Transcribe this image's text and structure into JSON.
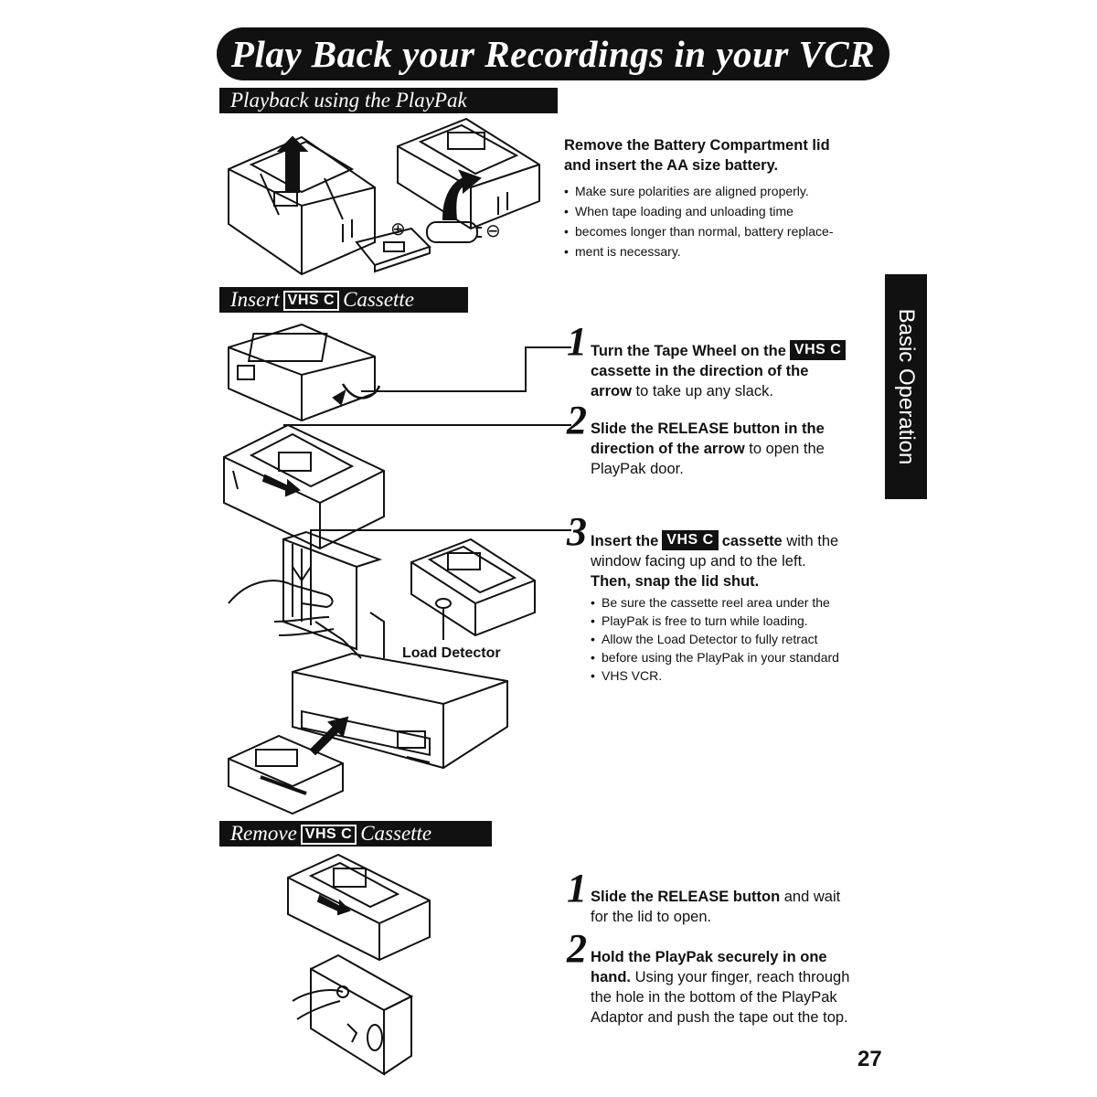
{
  "title": "Play Back your Recordings in your VCR",
  "side_tab": "Basic Operation",
  "page_number": "27",
  "sections": {
    "playback": {
      "heading": "Playback using the PlayPak",
      "instruction_line1": "Remove the Battery Compartment lid",
      "instruction_line2": "and insert the AA size battery.",
      "bullets": [
        "Make sure polarities are aligned properly.",
        "When tape loading and unloading time",
        "becomes longer than normal, battery replace-",
        "ment is necessary."
      ],
      "plus_symbol": "⊕",
      "minus_symbol": "⊖"
    },
    "insert": {
      "heading_pre": "Insert",
      "logo": "VHS C",
      "heading_post": "Cassette",
      "steps": [
        {
          "num": "1",
          "line1_bold": "Turn the Tape Wheel on the",
          "logo": "VHS C",
          "line2_bold": "cassette in the direction of the",
          "line3_bold": "arrow",
          "line3_rest": " to take up any slack."
        },
        {
          "num": "2",
          "line1_bold": "Slide the RELEASE button in the",
          "line2_bold": "direction of the arrow",
          "line2_rest": " to open the",
          "line3_rest": "PlayPak door."
        },
        {
          "num": "3",
          "pre_bold": "Insert the",
          "logo": "VHS C",
          "post_bold": "cassette",
          "line1_rest": " with the",
          "line2_rest": "window facing up and to the left.",
          "line3_bold": "Then, snap the lid shut.",
          "bullets": [
            "Be sure the cassette reel area under the",
            "PlayPak is free to turn while loading.",
            "Allow the Load Detector to fully retract",
            "before using the PlayPak in your standard",
            "VHS VCR."
          ]
        }
      ],
      "load_detector_label": "Load Detector"
    },
    "remove": {
      "heading_pre": "Remove",
      "logo": "VHS C",
      "heading_post": "Cassette",
      "steps": [
        {
          "num": "1",
          "line1_bold": "Slide the RELEASE button",
          "line1_rest": " and wait",
          "line2_rest": "for the lid to open."
        },
        {
          "num": "2",
          "line1_bold": "Hold the PlayPak securely in one",
          "line2_bold": "hand.",
          "line2_rest": " Using your finger, reach through",
          "line3_rest": "the hole in the bottom of the PlayPak",
          "line4_rest": "Adaptor and push the tape out the top."
        }
      ]
    }
  }
}
